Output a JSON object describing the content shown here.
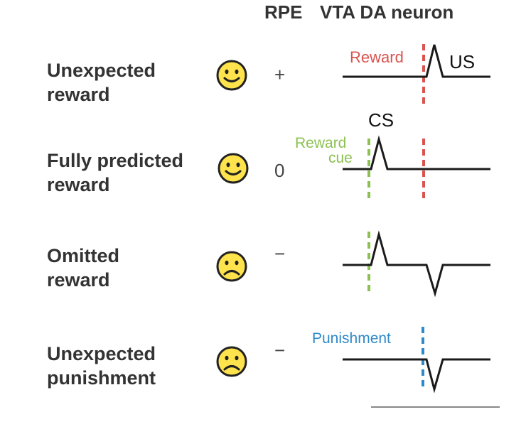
{
  "header": {
    "rpe": "RPE",
    "neuron": "VTA DA neuron"
  },
  "rows": [
    {
      "label_line1": "Unexpected",
      "label_line2": "reward",
      "rpe": "+",
      "face": "happy"
    },
    {
      "label_line1": "Fully predicted",
      "label_line2": "reward",
      "rpe": "0",
      "face": "happy"
    },
    {
      "label_line1": "Omitted",
      "label_line2": "reward",
      "rpe": "−",
      "face": "sad"
    },
    {
      "label_line1": "Unexpected",
      "label_line2": "punishment",
      "rpe": "−",
      "face": "sad"
    }
  ],
  "annotations": {
    "reward": "Reward",
    "us": "US",
    "cs": "CS",
    "reward_cue_line1": "Reward",
    "reward_cue_line2": "cue",
    "punishment": "Punishment"
  },
  "colors": {
    "reward": "#d9534f",
    "cue": "#8cc152",
    "punishment": "#2f8ac9",
    "face_fill": "#ffe34d",
    "trace": "#1a1a1a"
  },
  "icons": [
    "happy-face-icon",
    "sad-face-icon"
  ]
}
